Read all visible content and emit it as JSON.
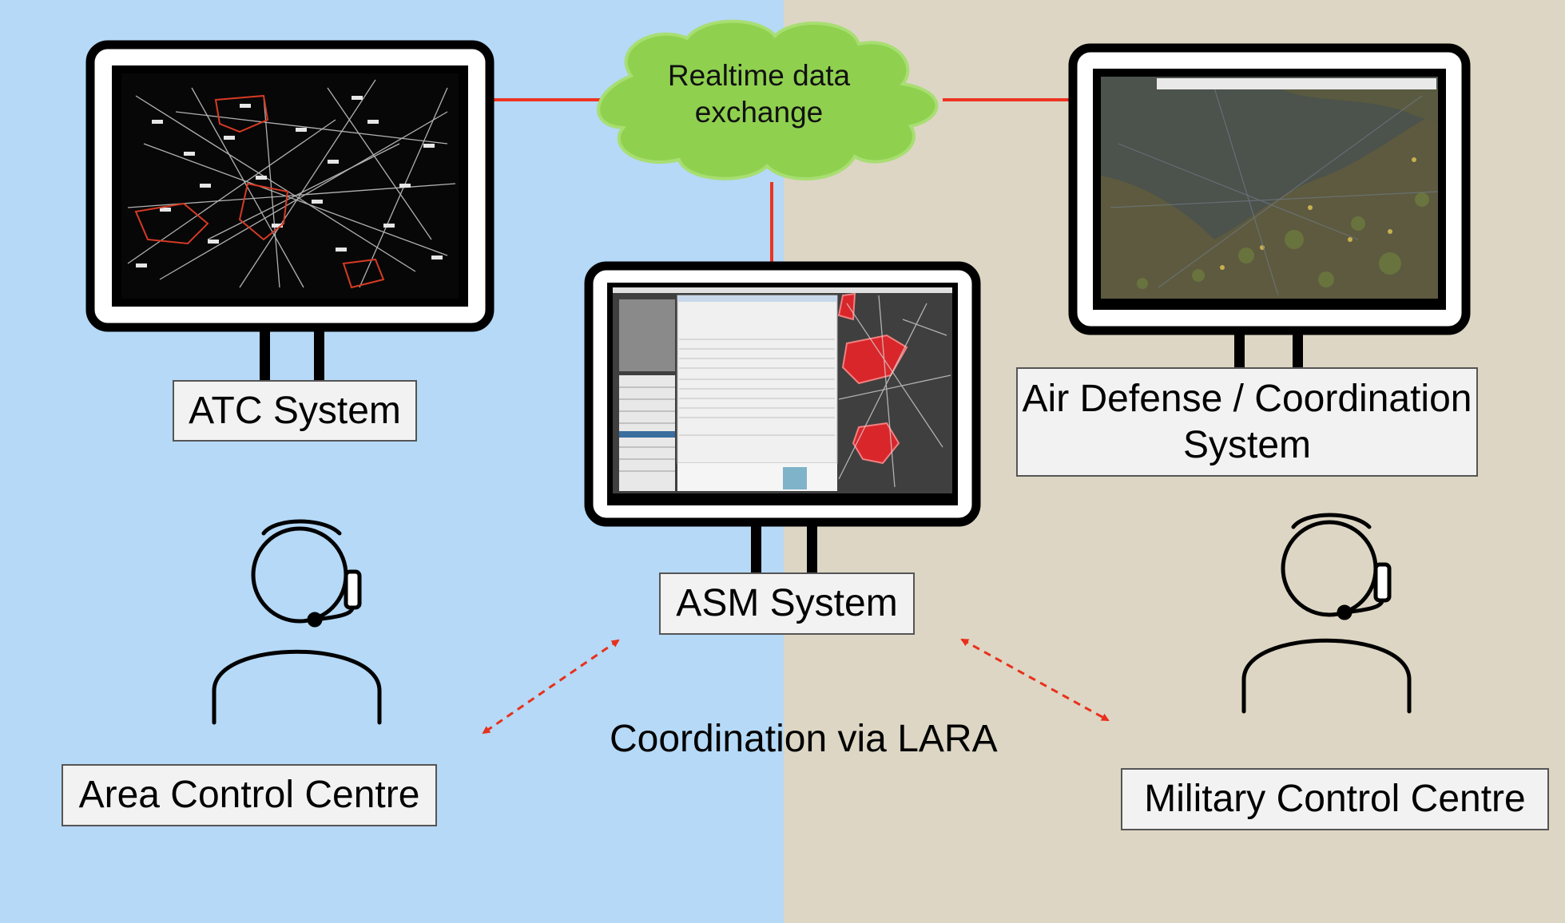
{
  "cloud": {
    "label": "Realtime data exchange"
  },
  "systems": {
    "atc": {
      "label": "ATC System"
    },
    "asm": {
      "label": "ASM System"
    },
    "air_defense": {
      "label": "Air Defense / Coordination System"
    }
  },
  "centres": {
    "area": {
      "label": "Area Control Centre"
    },
    "military": {
      "label": "Military Control Centre"
    }
  },
  "coordination": {
    "label": "Coordination via LARA"
  },
  "colors": {
    "left_background": "#b5d9f6",
    "right_background": "#ddd6c4",
    "link_line": "#ee3322",
    "cloud_fill": "#8fd14f",
    "dashed_arrow": "#e8301c"
  },
  "icons": [
    "operator-headset-icon",
    "operator-headset-icon"
  ]
}
